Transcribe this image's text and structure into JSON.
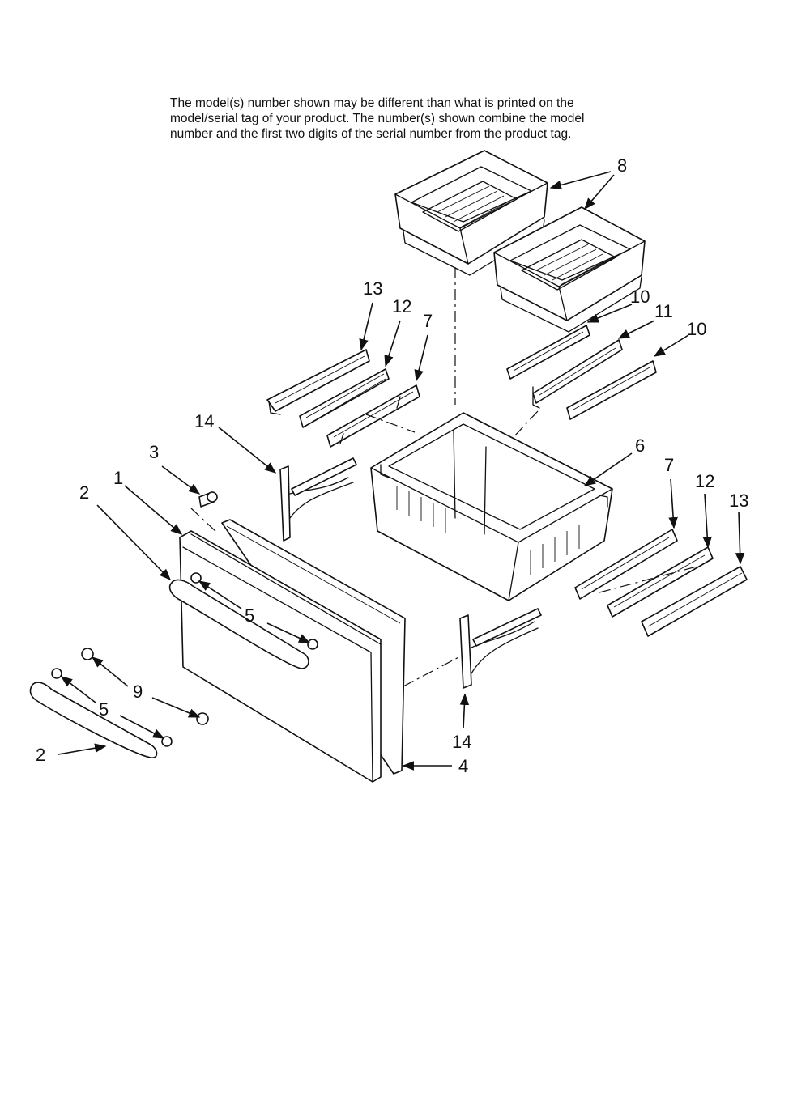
{
  "note": {
    "lines": [
      "The model(s) number shown may be different than what is printed on the",
      "model/serial tag of your product. The number(s) shown combine the model",
      "number and the first two digits of the serial number from the product tag."
    ]
  },
  "callouts": {
    "c1": "1",
    "c2a": "2",
    "c2b": "2",
    "c3": "3",
    "c4": "4",
    "c5a": "5",
    "c5b": "5",
    "c6": "6",
    "c7a": "7",
    "c7b": "7",
    "c8": "8",
    "c9": "9",
    "c10a": "10",
    "c10b": "10",
    "c11": "11",
    "c12a": "12",
    "c12b": "12",
    "c13a": "13",
    "c13b": "13",
    "c14a": "14",
    "c14b": "14"
  }
}
